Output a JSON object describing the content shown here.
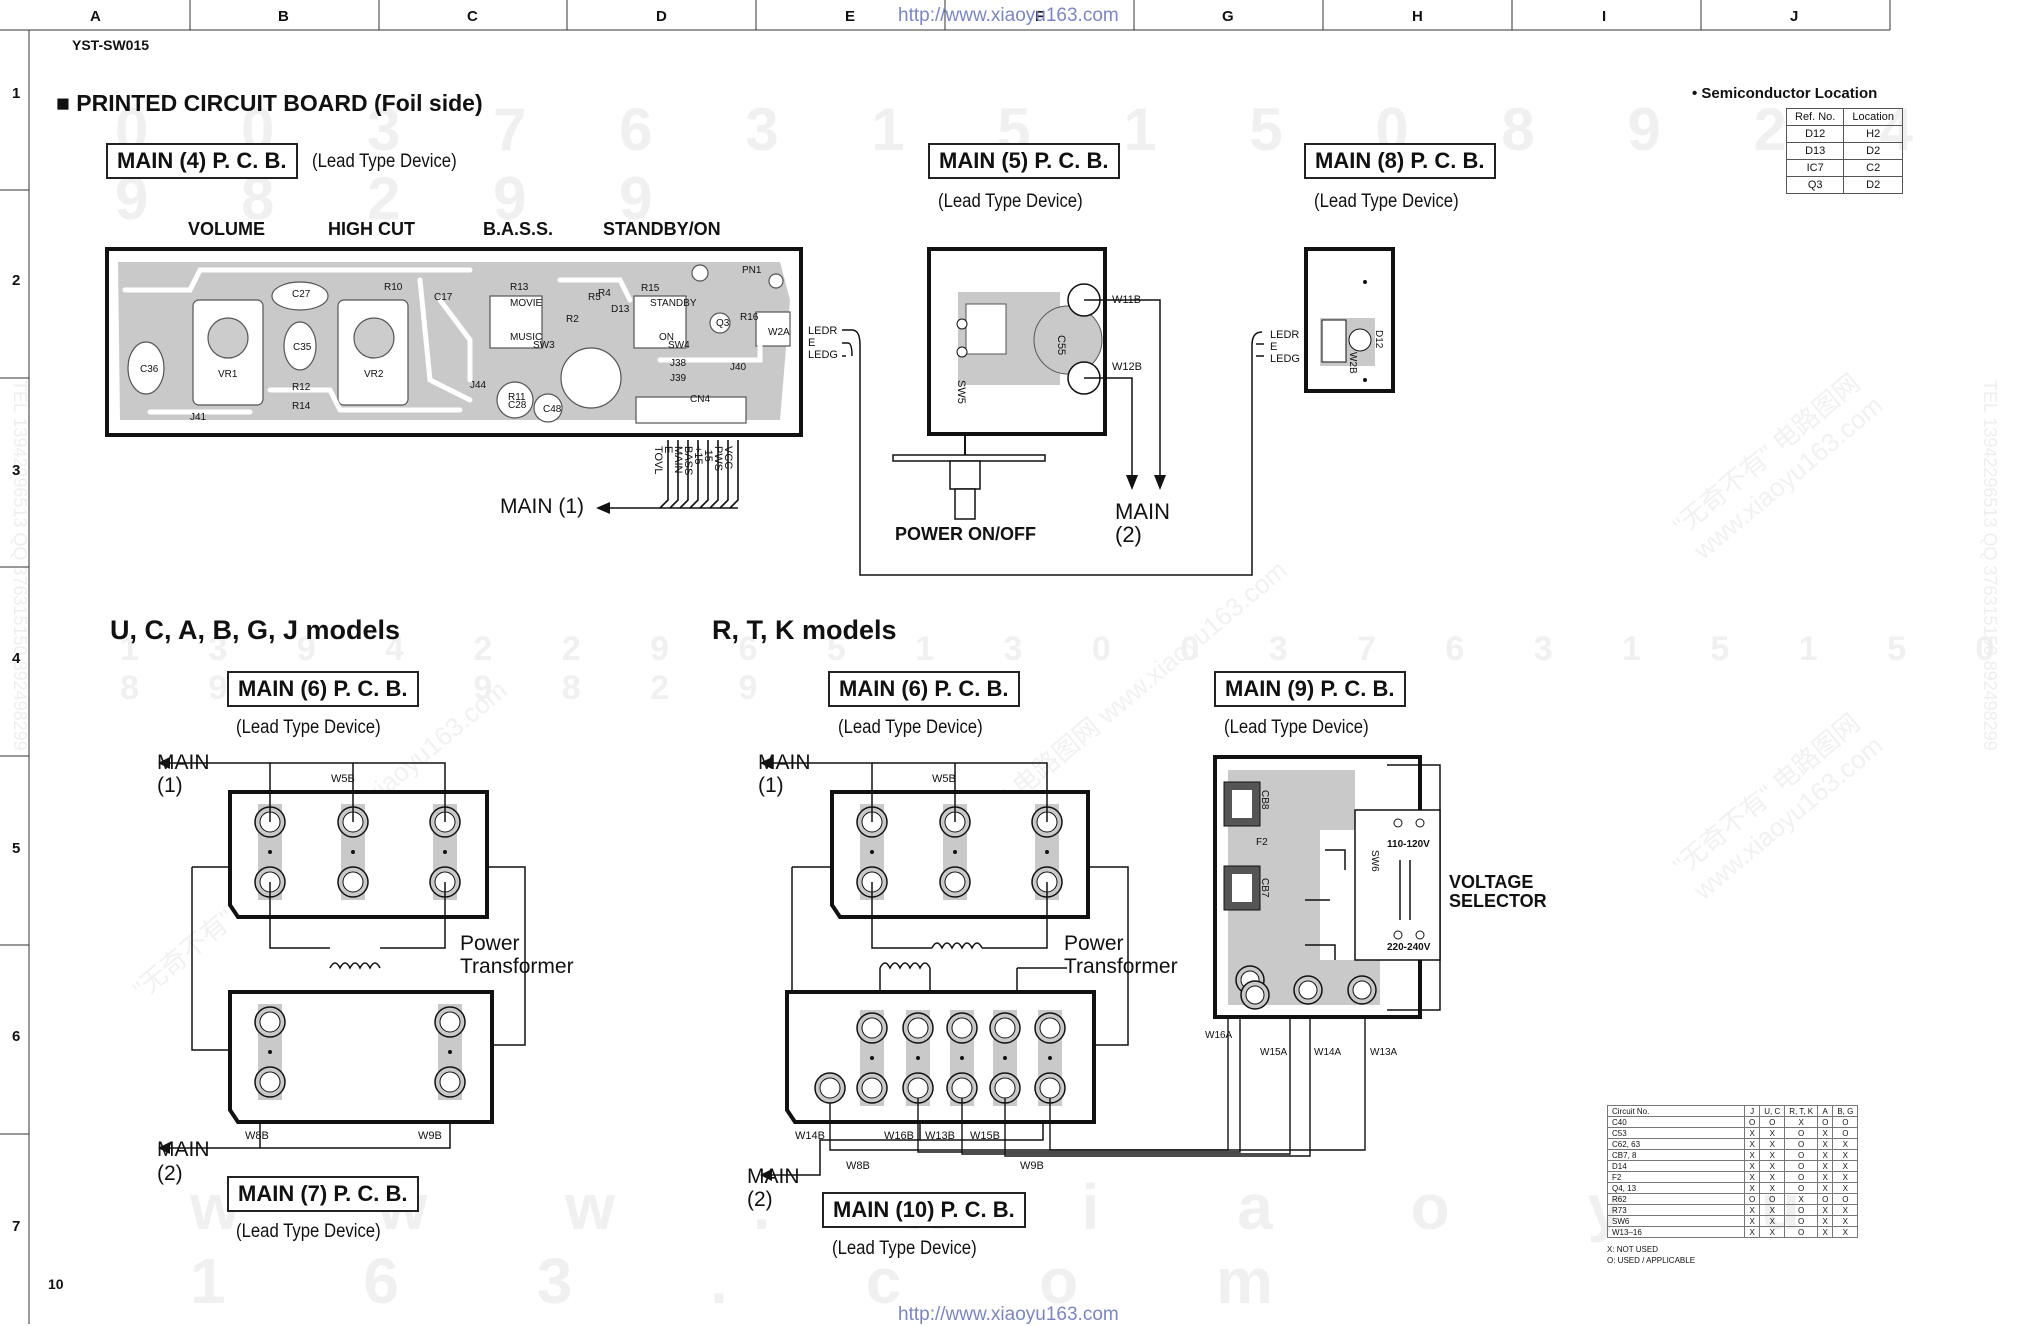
{
  "header": {
    "url_top": "http://www.xiaoyu163.com",
    "url_bottom": "http://www.xiaoyu163.com",
    "model": "YST-SW015",
    "page_number": "10",
    "columns": [
      "A",
      "B",
      "C",
      "D",
      "E",
      "F",
      "G",
      "H",
      "I",
      "J"
    ],
    "rows": [
      "1",
      "2",
      "3",
      "4",
      "5",
      "6",
      "7"
    ]
  },
  "watermark": {
    "digits_top": "0 0 3 7 6 3 1 5 1 5 0     8 9 2 4 9 8 2 9 9",
    "digits_mid": "1 3 9 4 2 2 9 6 5 1 3     0 0 3 7 6 3 1 5 1 5 0     8 9 2 4 9 8 2 9 9",
    "site": "w w w . x i a o y u 1 6 3 . c o m",
    "side": "TEL 13942296513  QQ 376315150  892498299",
    "cn": "\"无奇不有\" 电路图网  www.xiaoyu163.com"
  },
  "title": "■ PRINTED CIRCUIT BOARD (Foil side)",
  "lead_type": "(Lead Type Device)",
  "boards": {
    "main4": "MAIN (4) P. C. B.",
    "main5": "MAIN (5) P. C. B.",
    "main8": "MAIN (8) P. C. B.",
    "main6a": "MAIN (6) P. C. B.",
    "main7": "MAIN (7) P. C. B.",
    "main6b": "MAIN (6) P. C. B.",
    "main9": "MAIN (9) P. C. B.",
    "main10": "MAIN (10) P. C. B."
  },
  "controls": [
    "VOLUME",
    "HIGH CUT",
    "B.A.S.S.",
    "STANDBY/ON"
  ],
  "labels": {
    "power_onoff": "POWER ON/OFF",
    "to_main1": "MAIN (1)",
    "main": "MAIN",
    "one": "(1)",
    "two": "(2)",
    "power_transformer_1": "Power",
    "power_transformer_2": "Transformer",
    "voltage_selector_1": "VOLTAGE",
    "voltage_selector_2": "SELECTOR",
    "section_ucabgj": "U, C, A, B, G, J models",
    "section_rtk": "R, T, K models"
  },
  "semiconductor": {
    "title": "• Semiconductor Location",
    "headers": [
      "Ref. No.",
      "Location"
    ],
    "rows": [
      [
        "D12",
        "H2"
      ],
      [
        "D13",
        "D2"
      ],
      [
        "IC7",
        "C2"
      ],
      [
        "Q3",
        "D2"
      ]
    ]
  },
  "circuit_table": {
    "headers": [
      "Circuit No.",
      "J",
      "U, C",
      "R, T, K",
      "A",
      "B, G"
    ],
    "rows": [
      [
        "C40",
        "O",
        "O",
        "X",
        "O",
        "O"
      ],
      [
        "C53",
        "X",
        "X",
        "O",
        "X",
        "O"
      ],
      [
        "C62, 63",
        "X",
        "X",
        "O",
        "X",
        "X"
      ],
      [
        "CB7, 8",
        "X",
        "X",
        "O",
        "X",
        "X"
      ],
      [
        "D14",
        "X",
        "X",
        "O",
        "X",
        "X"
      ],
      [
        "F2",
        "X",
        "X",
        "O",
        "X",
        "X"
      ],
      [
        "Q4, 13",
        "X",
        "X",
        "O",
        "X",
        "X"
      ],
      [
        "R62",
        "O",
        "O",
        "X",
        "O",
        "O"
      ],
      [
        "R73",
        "X",
        "X",
        "O",
        "X",
        "X"
      ],
      [
        "SW6",
        "X",
        "X",
        "O",
        "X",
        "X"
      ],
      [
        "W13–16",
        "X",
        "X",
        "O",
        "X",
        "X"
      ]
    ],
    "note1": "X: NOT USED",
    "note2": "O: USED / APPLICABLE"
  },
  "pcb_text": {
    "components4": [
      "C27",
      "R10",
      "R13",
      "R15",
      "PN1",
      "C35",
      "VR1",
      "VR2",
      "R12",
      "R14",
      "C36",
      "C17",
      "MOVIE",
      "MUSIC",
      "STANDBY",
      "ON",
      "SW3",
      "SW4",
      "J38",
      "J39",
      "CN4",
      "R11",
      "C28",
      "C48",
      "R2",
      "R5",
      "R4",
      "D13",
      "Q3",
      "R16",
      "W2A",
      "J40",
      "J41",
      "J44"
    ],
    "pins4": [
      "VCC",
      "PWS",
      "-15",
      "+15",
      "BASS",
      "MAIN",
      "E",
      "TOVL"
    ],
    "led": [
      "LEDR",
      "E",
      "LEDG"
    ],
    "main5": [
      "W11B",
      "W12B",
      "C55",
      "SW5"
    ],
    "main8": [
      "W2B",
      "D12"
    ],
    "main9": [
      "CB8",
      "CB7",
      "F2",
      "SW6",
      "110-120V",
      "220-240V",
      "W16A",
      "W15A",
      "W14A",
      "W13A"
    ],
    "wires_a": [
      "W5B",
      "W8B",
      "W9B"
    ],
    "wires_b": [
      "W5B",
      "W14B",
      "W16B",
      "W13B",
      "W15B",
      "W8B",
      "W9B"
    ]
  }
}
